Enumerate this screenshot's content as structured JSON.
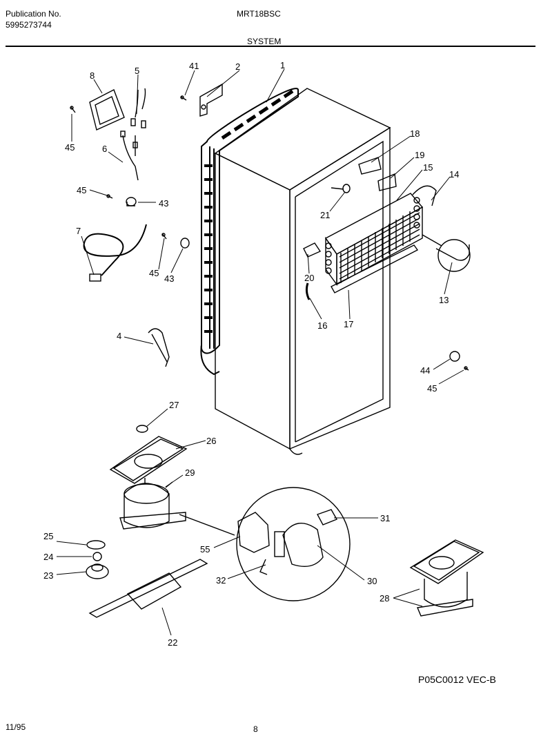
{
  "header": {
    "publication_label": "Publication No.",
    "publication_number": "5995273744",
    "model": "MRT18BSC",
    "section": "SYSTEM"
  },
  "footer": {
    "drawing_code": "P05C0012 VEC-B",
    "date": "11/95",
    "page": "8"
  },
  "callouts": {
    "c1": "1",
    "c2": "2",
    "c4": "4",
    "c5": "5",
    "c6": "6",
    "c7": "7",
    "c8": "8",
    "c13": "13",
    "c14": "14",
    "c15": "15",
    "c16": "16",
    "c17": "17",
    "c18": "18",
    "c19": "19",
    "c20": "20",
    "c21": "21",
    "c22": "22",
    "c23": "23",
    "c24": "24",
    "c25": "25",
    "c26": "26",
    "c27": "27",
    "c28": "28",
    "c29": "29",
    "c30": "30",
    "c31": "31",
    "c32": "32",
    "c41": "41",
    "c43a": "43",
    "c43b": "43",
    "c44": "44",
    "c45a": "45",
    "c45b": "45",
    "c45c": "45",
    "c45d": "45",
    "c55": "55"
  }
}
